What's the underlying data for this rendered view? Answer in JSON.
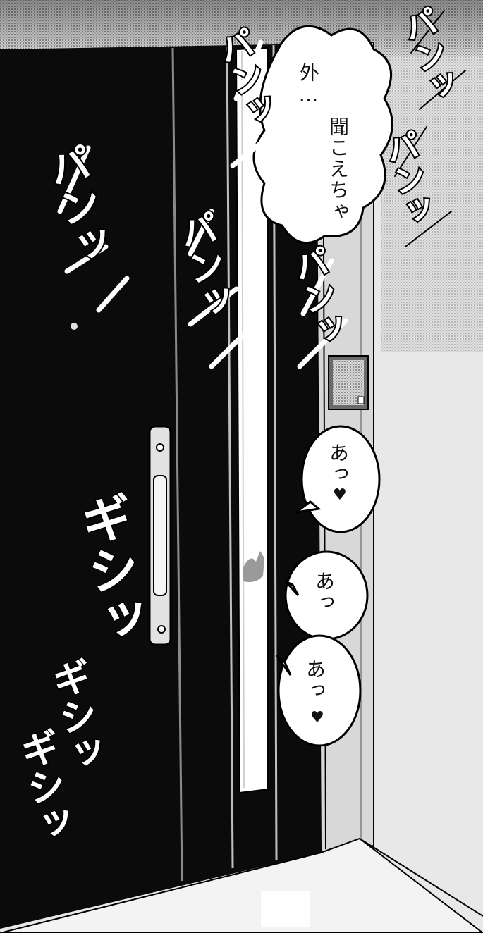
{
  "bubbles": {
    "b1_line1": "外…",
    "b1_line2": "聞こえちゃ",
    "b2": "あっ",
    "b3": "あっ",
    "b4": "あっ",
    "heart": "♥"
  },
  "sfx": {
    "pan1": "パンッ",
    "pan2": "パンッ",
    "pan3": "パンッ",
    "pan4": "パンッ",
    "pan5": "パンッ",
    "pan6": "パンッ",
    "girin": "ギシッ",
    "gishi1": "ギシッ",
    "gishi2": "ギシッ"
  },
  "colors": {
    "door": "#0b0b0b",
    "wall": "#e6e6e6",
    "floor": "#f3f3f3",
    "ink": "#000000"
  }
}
